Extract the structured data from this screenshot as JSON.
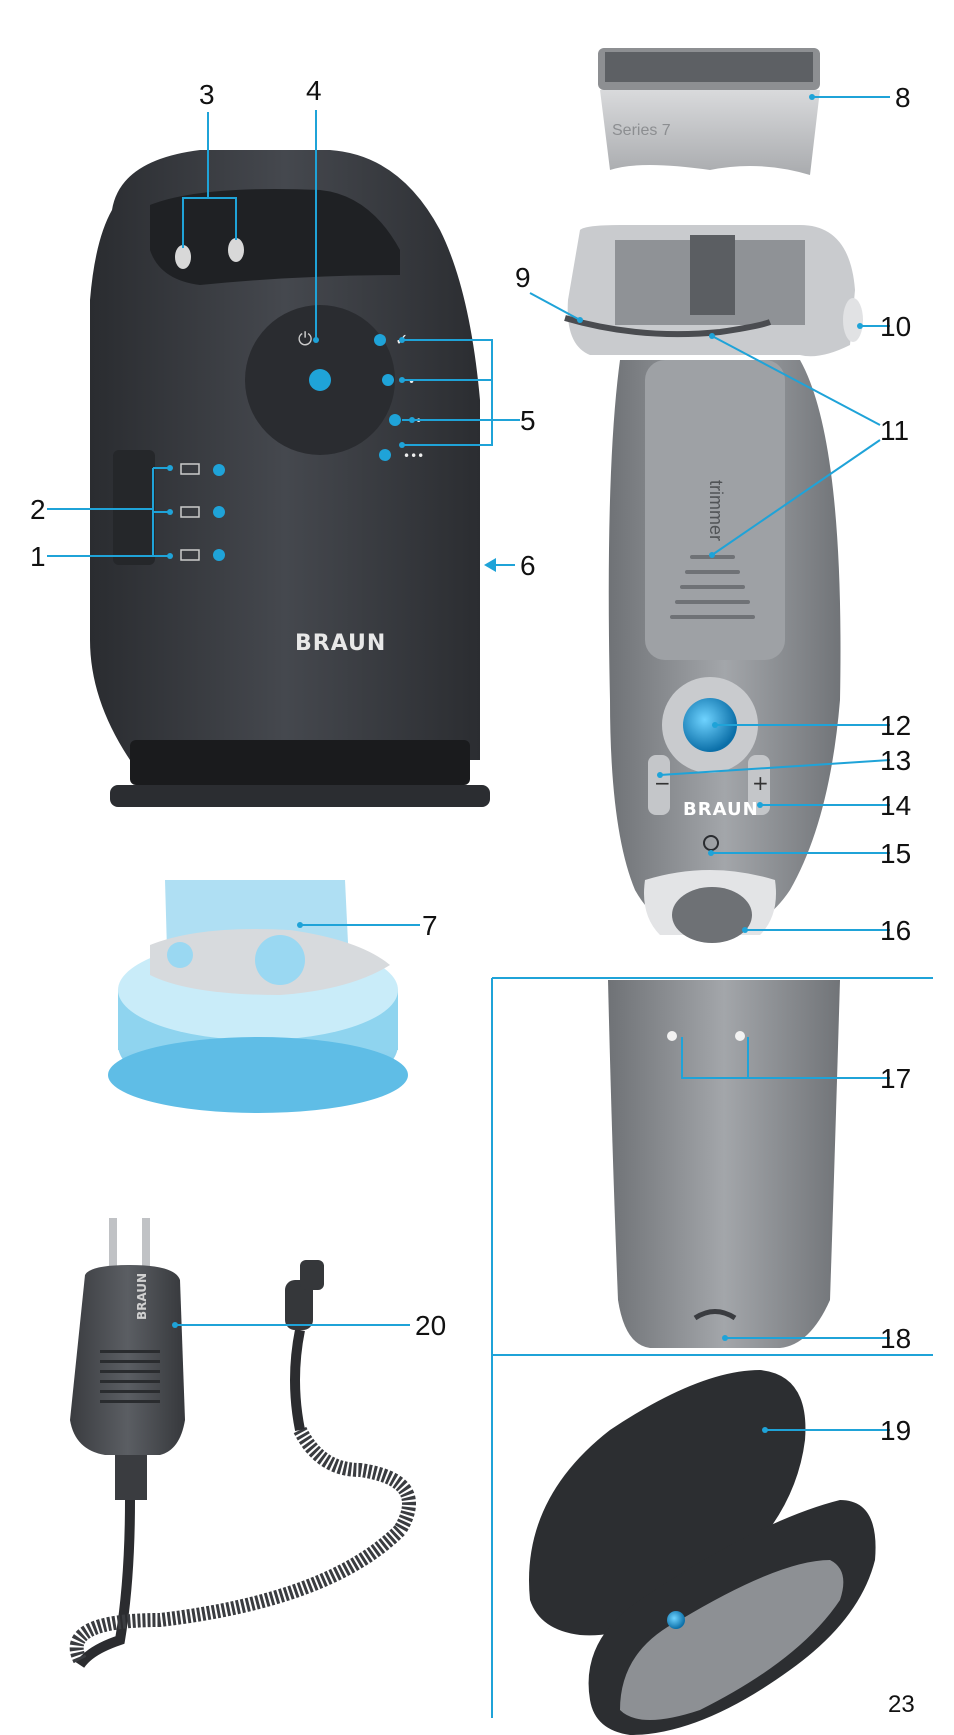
{
  "page_number": "23",
  "brand": "BRAUN",
  "foil_label": "Series 7",
  "trimmer_label": "trimmer",
  "callouts": [
    {
      "id": "1",
      "label": "1"
    },
    {
      "id": "2",
      "label": "2"
    },
    {
      "id": "3",
      "label": "3"
    },
    {
      "id": "4",
      "label": "4"
    },
    {
      "id": "5",
      "label": "5"
    },
    {
      "id": "6",
      "label": "6"
    },
    {
      "id": "7",
      "label": "7"
    },
    {
      "id": "8",
      "label": "8"
    },
    {
      "id": "9",
      "label": "9"
    },
    {
      "id": "10",
      "label": "10"
    },
    {
      "id": "11",
      "label": "11"
    },
    {
      "id": "12",
      "label": "12"
    },
    {
      "id": "13",
      "label": "13"
    },
    {
      "id": "14",
      "label": "14"
    },
    {
      "id": "15",
      "label": "15"
    },
    {
      "id": "16",
      "label": "16"
    },
    {
      "id": "17",
      "label": "17"
    },
    {
      "id": "18",
      "label": "18"
    },
    {
      "id": "19",
      "label": "19"
    },
    {
      "id": "20",
      "label": "20"
    }
  ],
  "colors": {
    "accent": "#1fa3d8",
    "station": "#3a3d42",
    "shaver": "#8d9094",
    "cartridge": "#8fd4ef"
  }
}
